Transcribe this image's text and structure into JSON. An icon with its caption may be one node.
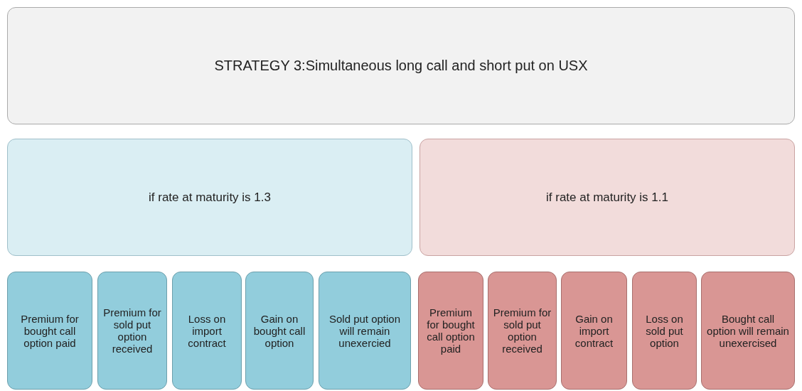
{
  "diagram": {
    "nodes": [
      {
        "text": [
          "STRATEGY 3:Simultaneous long call and short put on USX"
        ]
      },
      {
        "text": [
          "if rate at maturity is 1.3"
        ]
      },
      {
        "text": [
          "if rate at maturity is 1.1"
        ]
      },
      {
        "text": [
          "Premium for bought call option paid"
        ]
      },
      {
        "text": [
          "Premium for sold put option received"
        ]
      },
      {
        "text": [
          "Loss on import contract"
        ]
      },
      {
        "text": [
          "Gain on bought call option"
        ]
      },
      {
        "text": [
          "Sold put option will remain unexercied"
        ]
      },
      {
        "text": [
          "Premium for bought call option paid"
        ]
      },
      {
        "text": [
          "Premium for sold put option received"
        ]
      },
      {
        "text": [
          "Gain on import contract"
        ]
      },
      {
        "text": [
          "Loss on sold put option"
        ]
      },
      {
        "text": [
          "Bought call option will remain unexercised"
        ]
      }
    ]
  }
}
